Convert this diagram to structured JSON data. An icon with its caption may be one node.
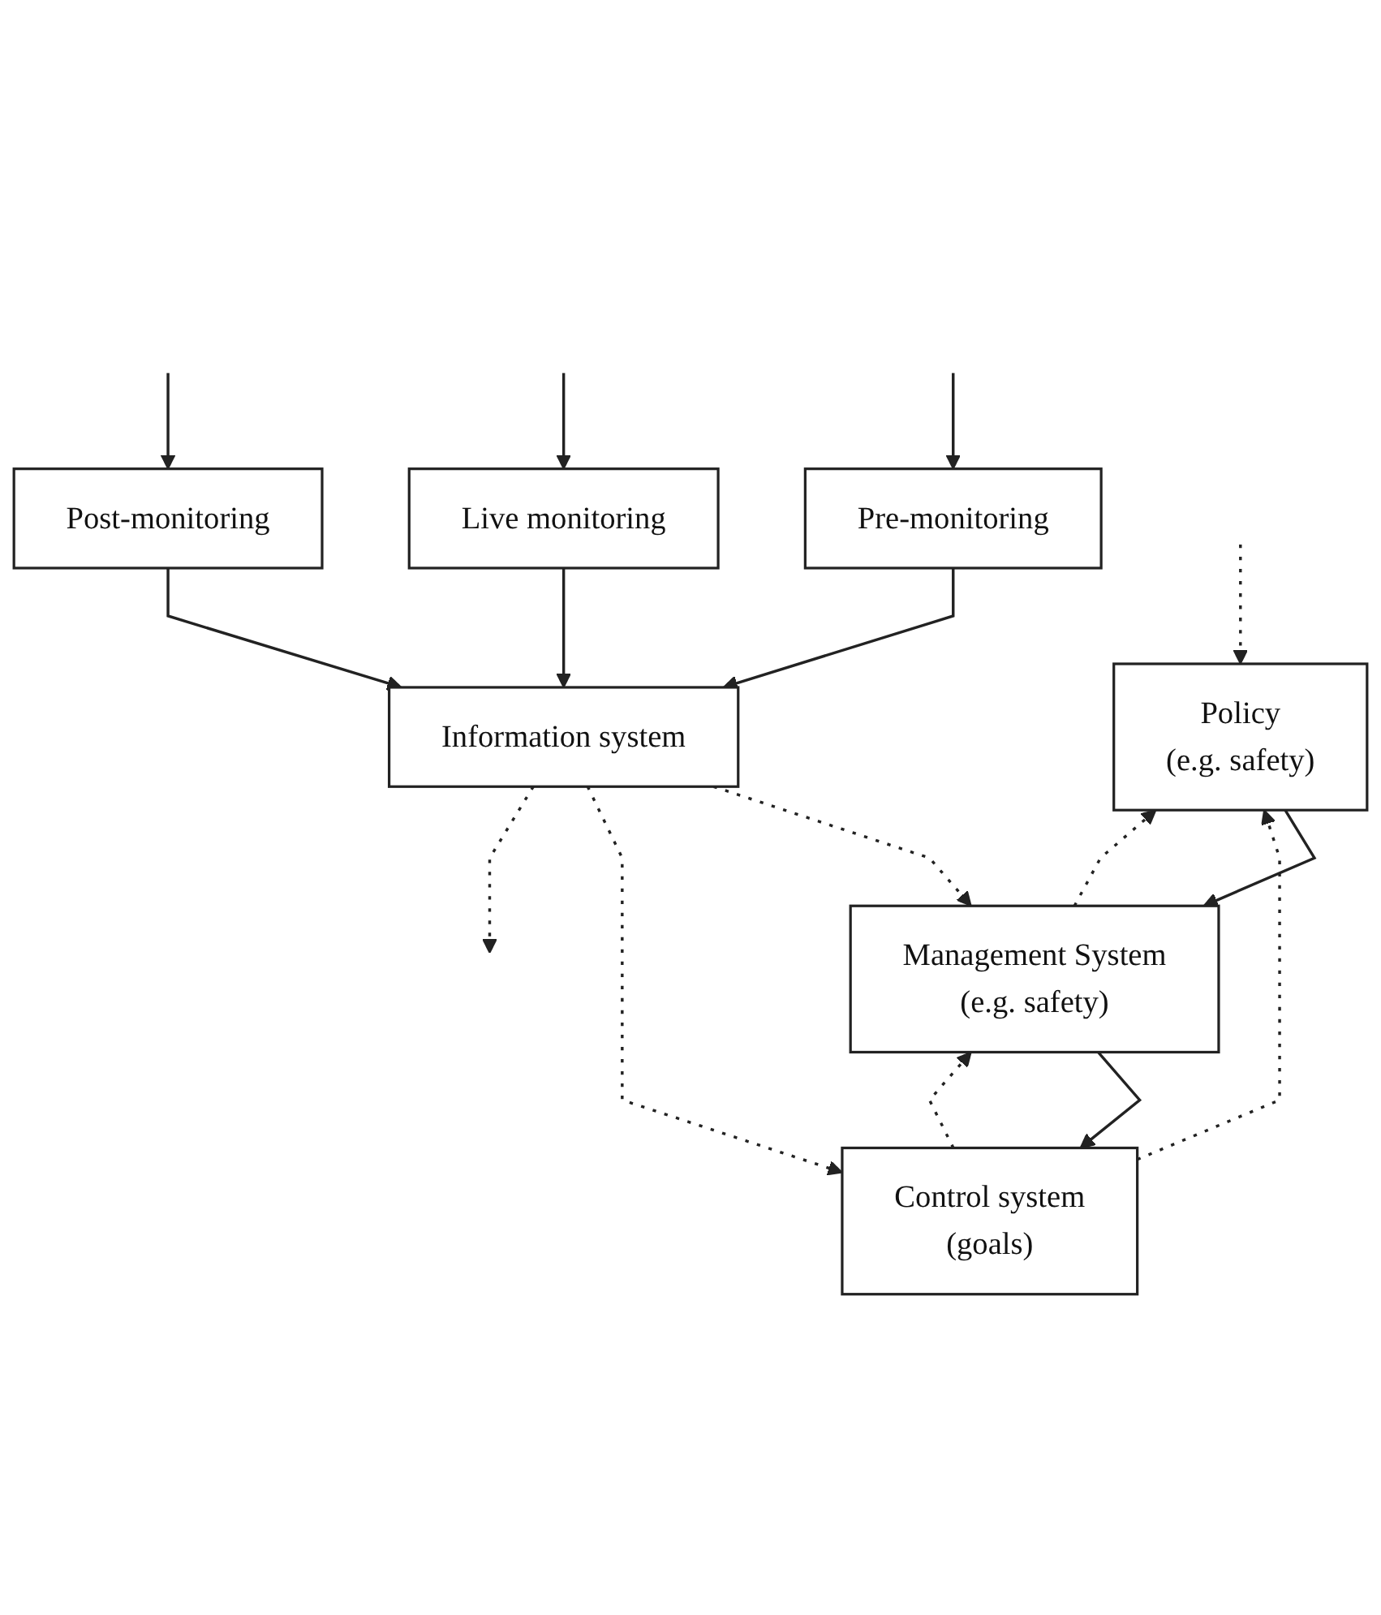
{
  "diagram": {
    "nodes": [
      {
        "text": [
          "Policy",
          "(e.g. safety)"
        ]
      },
      {
        "text": [
          "Management System",
          "(e.g. safety)"
        ]
      },
      {
        "text": [
          "Control system",
          "(goals)"
        ]
      },
      {
        "text": [
          "Pre-monitoring"
        ]
      },
      {
        "text": [
          "Live monitoring"
        ]
      },
      {
        "text": [
          "Post-monitoring"
        ]
      },
      {
        "text": [
          "Information system"
        ]
      }
    ],
    "edges": [
      {
        "from": 0,
        "to": 1,
        "arrow": "to"
      },
      {
        "from": 1,
        "to": 2,
        "arrow": "to"
      },
      {
        "from": null,
        "to": 3,
        "arrow": "to"
      },
      {
        "from": null,
        "to": 4,
        "arrow": "to"
      },
      {
        "from": null,
        "to": 5,
        "arrow": "to"
      },
      {
        "from": 3,
        "to": 6,
        "arrow": "to"
      },
      {
        "from": 4,
        "to": 6,
        "arrow": "to"
      },
      {
        "from": 5,
        "to": 6,
        "arrow": "to"
      },
      {
        "from": 6,
        "to": 1,
        "arrow": "to",
        "style": "dashed"
      },
      {
        "from": 6,
        "to": 2,
        "arrow": "to",
        "style": "dashed"
      },
      {
        "from": 2,
        "to": 1,
        "arrow": "to",
        "style": "dashed"
      },
      {
        "from": 1,
        "to": 0,
        "arrow": "to",
        "style": "dashed"
      },
      {
        "from": 2,
        "to": 0,
        "arrow": "to",
        "style": "dashed"
      },
      {
        "from": null,
        "to": 0,
        "arrow": "to",
        "style": "dashed"
      },
      {
        "from": 6,
        "to": null,
        "arrow": "to",
        "style": "dashed"
      }
    ]
  }
}
